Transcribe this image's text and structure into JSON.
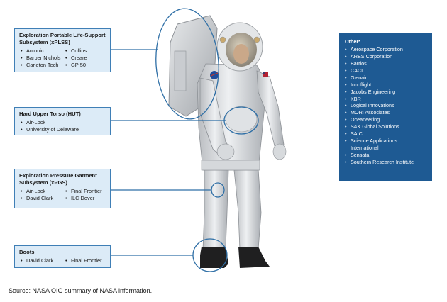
{
  "boxes": {
    "xplss": {
      "title_line1": "Exploration Portable Life-Support",
      "title_line2": "Subsystem (xPLSS)",
      "items": [
        "Arconic",
        "Collins",
        "Barber Nichols",
        "Creare",
        "Carleton Tech",
        "GP:50"
      ]
    },
    "hut": {
      "title": "Hard Upper Torso (HUT)",
      "items": [
        "Air-Lock",
        "University of Delaware"
      ]
    },
    "xpgs": {
      "title_line1": "Exploration Pressure Garment",
      "title_line2": "Subsystem (xPGS)",
      "items": [
        "Air-Lock",
        "Final Frontier",
        "David Clark",
        "ILC Dover"
      ]
    },
    "boots": {
      "title": "Boots",
      "items": [
        "David Clark",
        "Final Frontier"
      ]
    }
  },
  "other": {
    "title": "Other*",
    "items": [
      "Aerospace Corporation",
      "ARES Corporation",
      "Barrios",
      "CACI",
      "Glenair",
      "Innoflight",
      "Jacobs Engineering",
      "KBR",
      "Logical Innovations",
      "MORI Associates",
      "Oceaneering",
      "S&K Global Solutions",
      "SAIC",
      "Science Applications International",
      "Sensata",
      "Southern Research Institute"
    ]
  },
  "source": "Source:  NASA OIG summary of NASA information.",
  "colors": {
    "box_fill": "#dcebf7",
    "box_border": "#3f7fb6",
    "panel_fill": "#1e5a93",
    "callout_line": "#2f6fa6"
  }
}
